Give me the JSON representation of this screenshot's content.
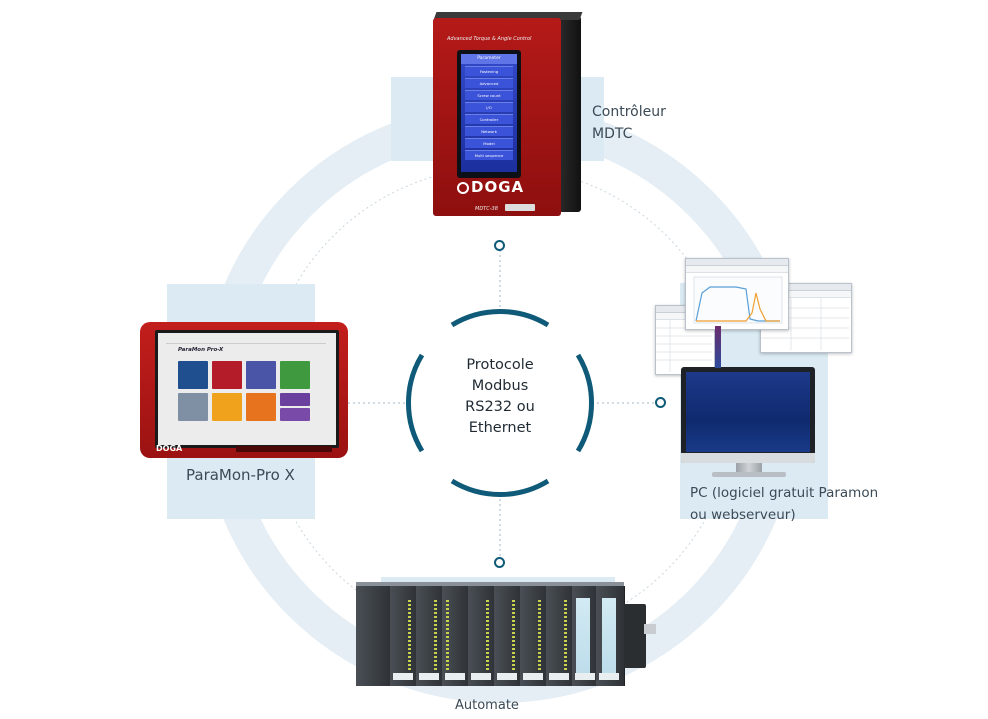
{
  "center": {
    "lines": [
      "Protocole",
      "Modbus",
      "RS232 ou",
      "Ethernet"
    ]
  },
  "devices": {
    "mdtc": {
      "label_line1": "Contrôleur",
      "label_line2": "MDTC",
      "screen_title": "Advanced Torque & Angle Control",
      "menu_title": "Parameter",
      "menu_items": [
        "Fastening",
        "Advanced",
        "Screw count",
        "I/O",
        "Controller",
        "Network",
        "Model",
        "Multi sequence"
      ],
      "brand": "DOGA",
      "model": "MDTC-38"
    },
    "paramon": {
      "label": "ParaMon-Pro X",
      "screen_title": "ParaMon Pro-X",
      "brand": "DOGA"
    },
    "pc": {
      "label_line1": "PC (logiciel gratuit Paramon",
      "label_line2": "ou webserveur)"
    },
    "plc": {
      "label": "Automate"
    }
  },
  "colors": {
    "ring": "#e3eef4",
    "panel": "#dcebf3",
    "center_ring": "#0f5a78",
    "connector": "#0f5a78",
    "device_red": "#b41a18"
  }
}
